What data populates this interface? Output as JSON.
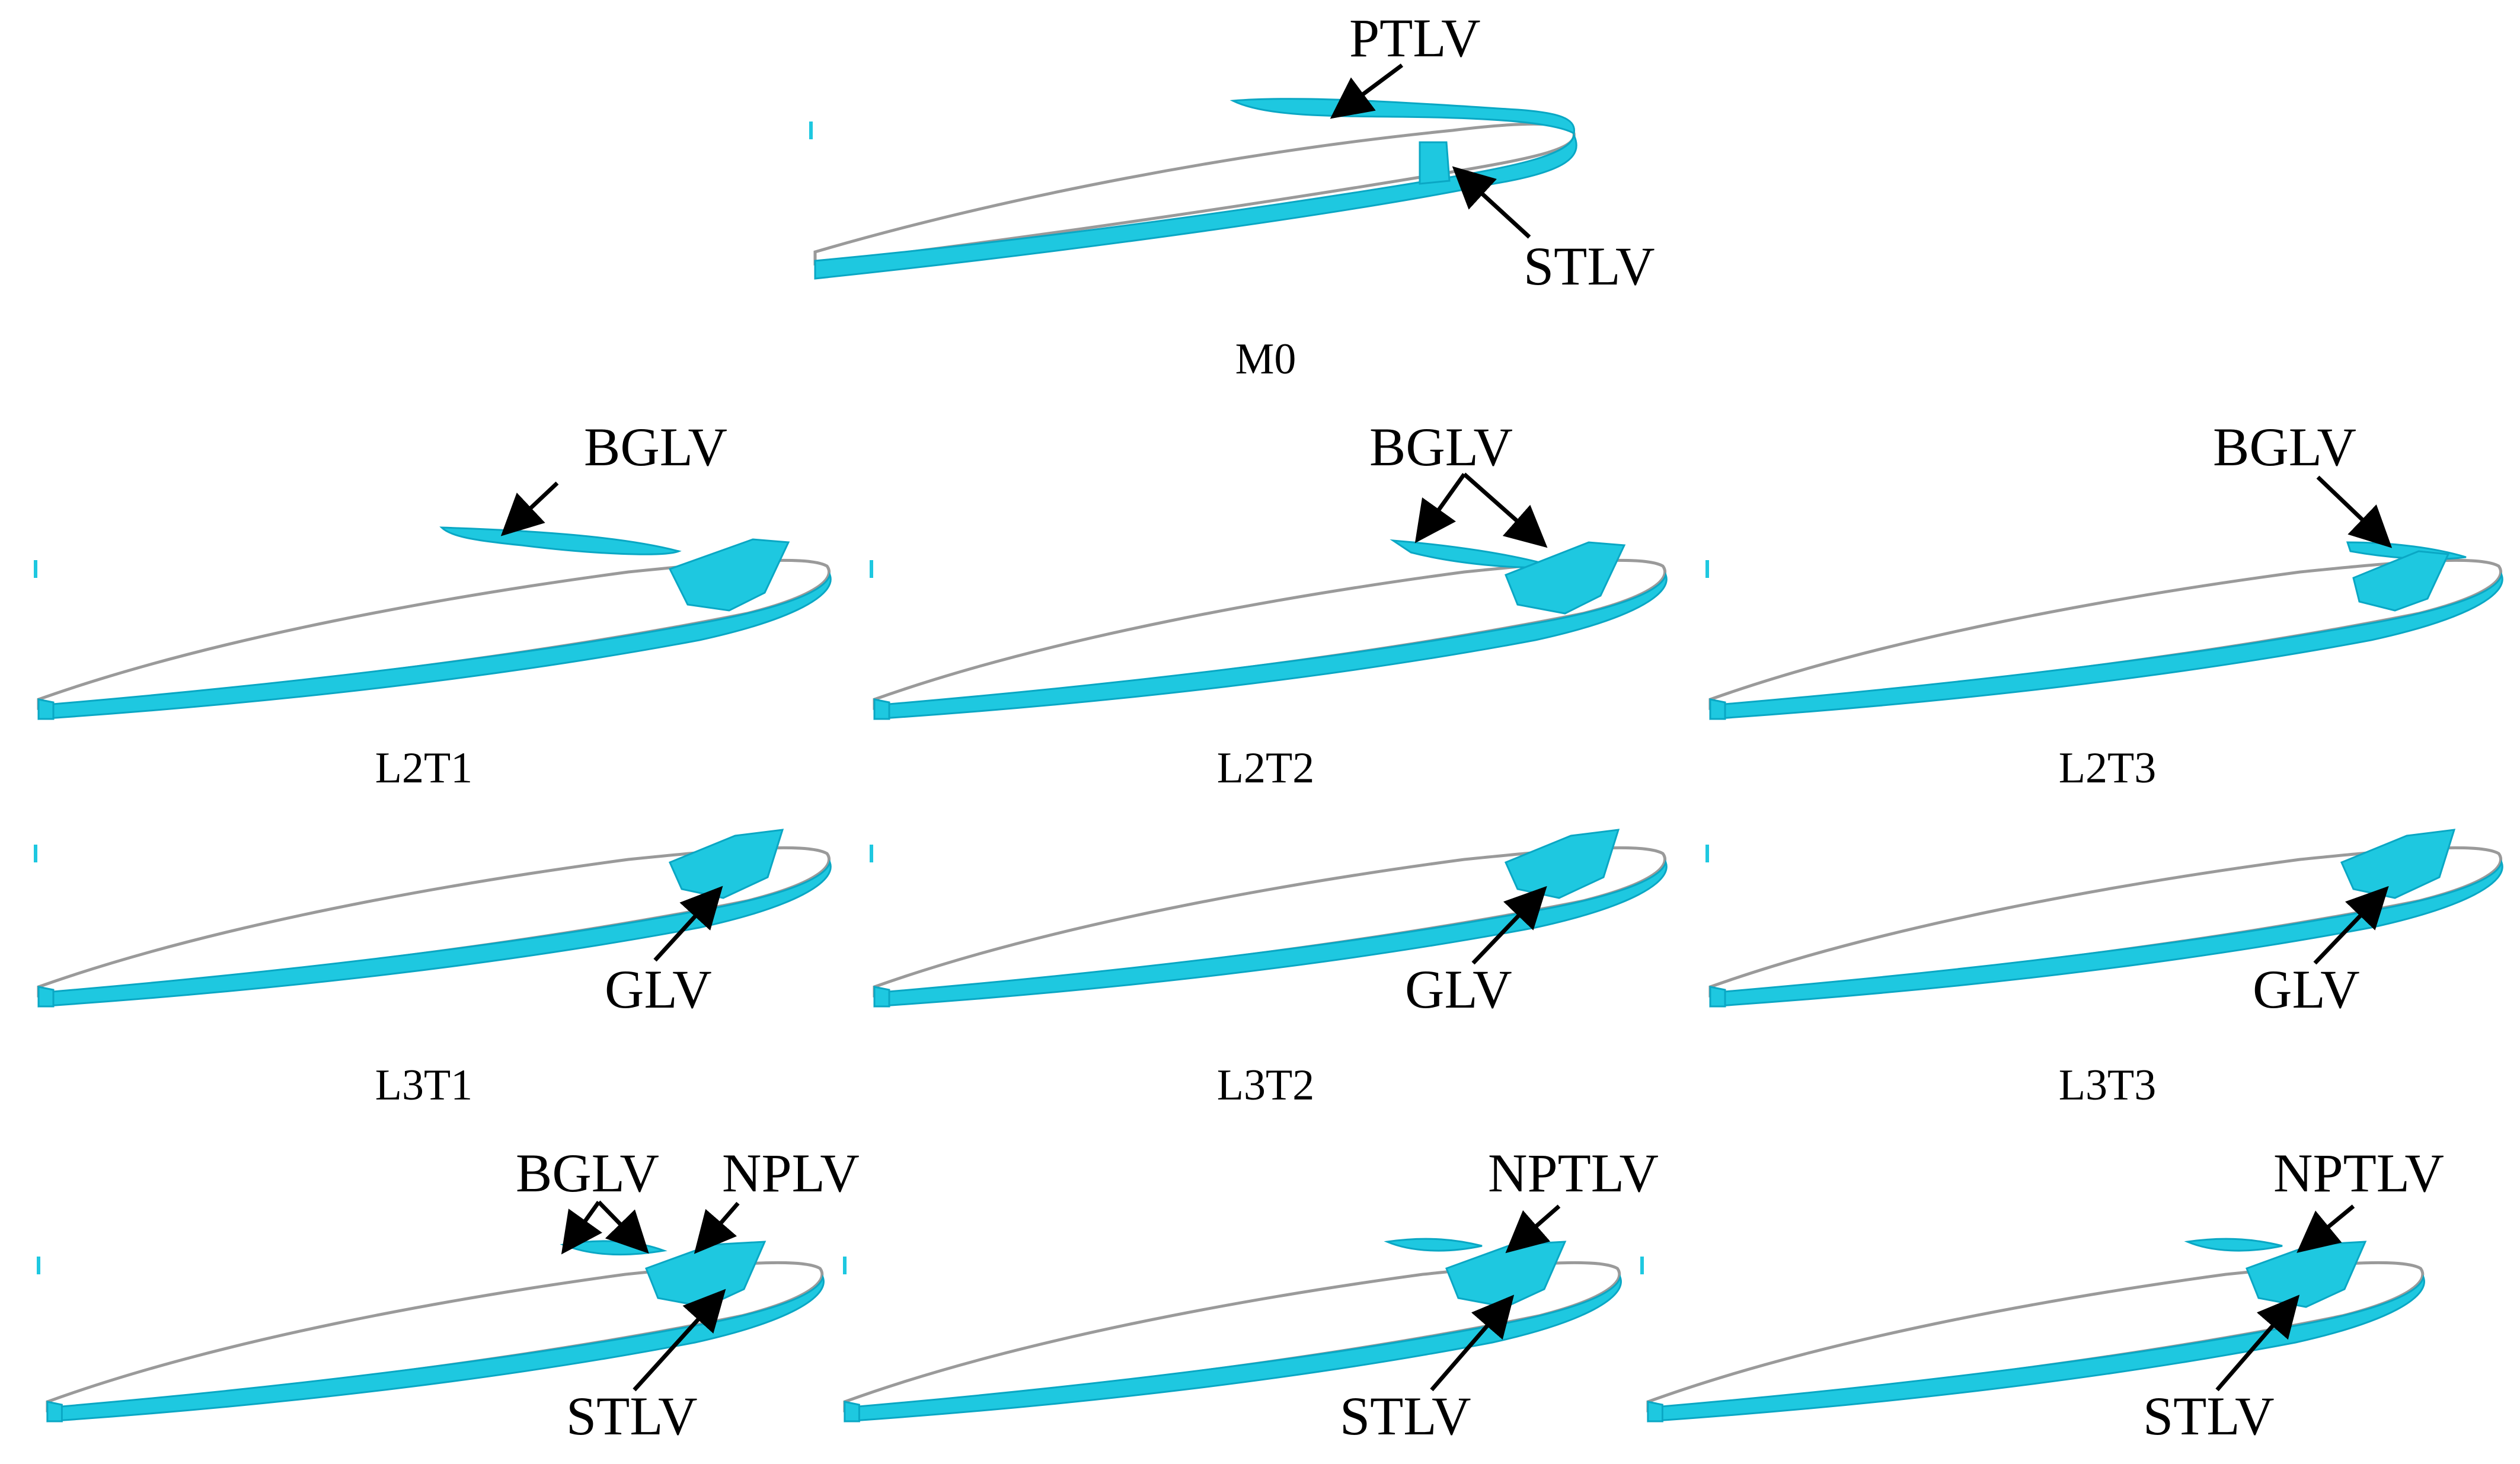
{
  "accent_color": "#1ec8e0",
  "panels": [
    {
      "id": "M0",
      "label": "M0",
      "annotations": [
        "PTLV",
        "STLV"
      ]
    },
    {
      "id": "L2T1",
      "label": "L2T1",
      "annotations": [
        "BGLV"
      ]
    },
    {
      "id": "L2T2",
      "label": "L2T2",
      "annotations": [
        "BGLV"
      ]
    },
    {
      "id": "L2T3",
      "label": "L2T3",
      "annotations": [
        "BGLV"
      ]
    },
    {
      "id": "L3T1",
      "label": "L3T1",
      "annotations": [
        "GLV"
      ]
    },
    {
      "id": "L3T2",
      "label": "L3T2",
      "annotations": [
        "GLV"
      ]
    },
    {
      "id": "L3T3",
      "label": "L3T3",
      "annotations": [
        "GLV"
      ]
    },
    {
      "id": "L4T1",
      "label": "",
      "annotations": [
        "BGLV",
        "NPLV",
        "STLV"
      ]
    },
    {
      "id": "L4T2",
      "label": "",
      "annotations": [
        "NPTLV",
        "STLV"
      ]
    },
    {
      "id": "L4T3",
      "label": "",
      "annotations": [
        "NPTLV",
        "STLV"
      ]
    }
  ]
}
